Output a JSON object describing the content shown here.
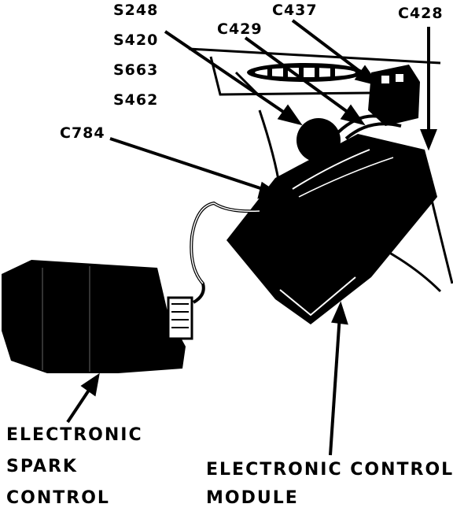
{
  "connector_labels": {
    "s248": "S248",
    "s420": "S420",
    "s663": "S663",
    "s462": "S462",
    "c784": "C784",
    "c429": "C429",
    "c437": "C437",
    "c428": "C428"
  },
  "component_labels": {
    "esc_line1": "ELECTRONIC",
    "esc_line2": "SPARK",
    "esc_line3": "CONTROL",
    "ecm_line1": "ELECTRONIC CONTROL",
    "ecm_line2": "MODULE"
  }
}
